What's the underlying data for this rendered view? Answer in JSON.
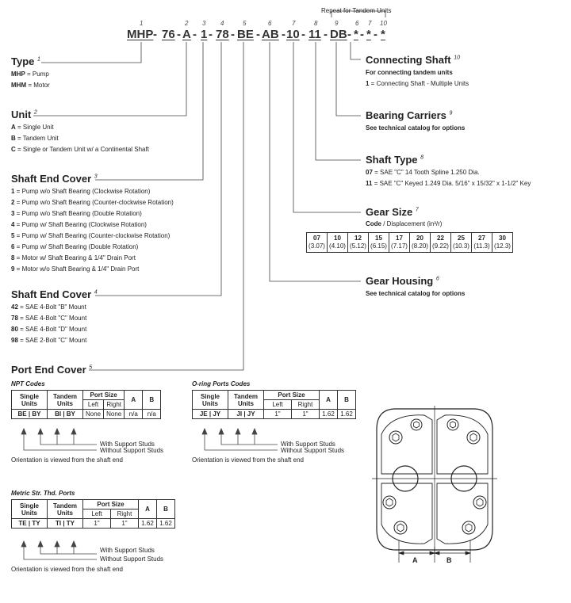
{
  "header": {
    "repeat_label": "Repeat for Tandem Units",
    "codes": [
      {
        "num": "1",
        "code": "MHP"
      },
      {
        "num": "",
        "code": "76"
      },
      {
        "num": "2",
        "code": "A"
      },
      {
        "num": "3",
        "code": "1"
      },
      {
        "num": "4",
        "code": "78"
      },
      {
        "num": "5",
        "code": "BE"
      },
      {
        "num": "6",
        "code": "AB"
      },
      {
        "num": "7",
        "code": "10"
      },
      {
        "num": "8",
        "code": "11"
      },
      {
        "num": "9",
        "code": "DB"
      },
      {
        "num": "6",
        "code": "*"
      },
      {
        "num": "7",
        "code": "*"
      },
      {
        "num": "10",
        "code": "*"
      }
    ],
    "dash": "-"
  },
  "type": {
    "title": "Type",
    "ref": "1",
    "items": [
      {
        "code": "MHP",
        "desc": " = Pump"
      },
      {
        "code": "MHM",
        "desc": " = Motor"
      }
    ]
  },
  "unit": {
    "title": "Unit",
    "ref": "2",
    "items": [
      {
        "code": "A",
        "desc": " = Single Unit"
      },
      {
        "code": "B",
        "desc": " = Tandem Unit"
      },
      {
        "code": "C",
        "desc": " = Single or Tandem Unit w/ a Continental Shaft"
      }
    ]
  },
  "shaft_end_cover_1": {
    "title": "Shaft End Cover",
    "ref": "3",
    "items": [
      {
        "code": "1",
        "desc": " = Pump w/o Shaft Bearing (Clockwise Rotation)"
      },
      {
        "code": "2",
        "desc": " = Pump w/o Shaft Bearing (Counter-clockwise Rotation)"
      },
      {
        "code": "3",
        "desc": " = Pump w/o Shaft Bearing (Double Rotation)"
      },
      {
        "code": "4",
        "desc": " = Pump w/ Shaft Bearing (Clockwise Rotation)"
      },
      {
        "code": "5",
        "desc": " = Pump w/ Shaft Bearing (Counter-clockwise Rotation)"
      },
      {
        "code": "6",
        "desc": " = Pump w/ Shaft Bearing (Double Rotation)"
      },
      {
        "code": "8",
        "desc": " = Motor w/ Shaft Bearing & 1/4\" Drain Port"
      },
      {
        "code": "9",
        "desc": " = Motor w/o Shaft Bearing & 1/4\" Drain Port"
      }
    ]
  },
  "shaft_end_cover_2": {
    "title": "Shaft End Cover",
    "ref": "4",
    "items": [
      {
        "code": "42",
        "desc": " = SAE 4-Bolt \"B\" Mount"
      },
      {
        "code": "78",
        "desc": " = SAE 4-Bolt \"C\" Mount"
      },
      {
        "code": "80",
        "desc": " = SAE 4-Bolt \"D\" Mount"
      },
      {
        "code": "98",
        "desc": " = SAE 2-Bolt \"C\" Mount"
      }
    ]
  },
  "port_end_cover": {
    "title": "Port End Cover",
    "ref": "5",
    "col_single": "Single Units",
    "col_tandem": "Tandem Units",
    "col_port": "Port Size",
    "col_left": "Left",
    "col_right": "Right",
    "col_a": "A",
    "col_b": "B",
    "stud_with": "With Support Studs",
    "stud_without": "Without Support Studs",
    "orientation": "Orientation is viewed from the shaft end",
    "npt": {
      "title": "NPT Codes",
      "single": "BE | BY",
      "tandem": "BI | BY",
      "left": "None",
      "right": "None",
      "a": "n/a",
      "b": "n/a"
    },
    "oring": {
      "title": "O-ring Ports Codes",
      "single": "JE | JY",
      "tandem": "JI | JY",
      "left": "1\"",
      "right": "1\"",
      "a": "1.62",
      "b": "1.62"
    },
    "metric": {
      "title": "Metric Str. Thd. Ports",
      "single": "TE | TY",
      "tandem": "TI | TY",
      "left": "1\"",
      "right": "1\"",
      "a": "1.62",
      "b": "1.62"
    }
  },
  "connecting_shaft": {
    "title": "Connecting Shaft",
    "ref": "10",
    "sub": "For connecting tandem units",
    "item_code": "1",
    "item_desc": " = Connecting Shaft - Multiple Units"
  },
  "bearing_carriers": {
    "title": "Bearing Carriers",
    "ref": "9",
    "sub": "See technical catalog for options"
  },
  "shaft_type": {
    "title": "Shaft Type",
    "ref": "8",
    "items": [
      {
        "code": "07",
        "desc": " = SAE \"C\" 14 Tooth Spline 1.250 Dia."
      },
      {
        "code": "11",
        "desc": " = SAE \"C\" Keyed 1.249 Dia. 5/16\" x 15/32\" x 1-1/2\" Key"
      }
    ]
  },
  "gear_size": {
    "title": "Gear Size",
    "ref": "7",
    "sub_code": "Code",
    "sub_rest": " / Displacement (in³/r)",
    "cells": [
      {
        "code": "07",
        "disp": "(3.07)"
      },
      {
        "code": "10",
        "disp": "(4.10)"
      },
      {
        "code": "12",
        "disp": "(5.12)"
      },
      {
        "code": "15",
        "disp": "(6.15)"
      },
      {
        "code": "17",
        "disp": "(7.17)"
      },
      {
        "code": "20",
        "disp": "(8.20)"
      },
      {
        "code": "22",
        "disp": "(9.22)"
      },
      {
        "code": "25",
        "disp": "(10.3)"
      },
      {
        "code": "27",
        "disp": "(11.3)"
      },
      {
        "code": "30",
        "disp": "(12.3)"
      }
    ]
  },
  "gear_housing": {
    "title": "Gear Housing",
    "ref": "6",
    "sub": "See technical catalog for options"
  },
  "drawing": {
    "label_a": "A",
    "label_b": "B"
  }
}
